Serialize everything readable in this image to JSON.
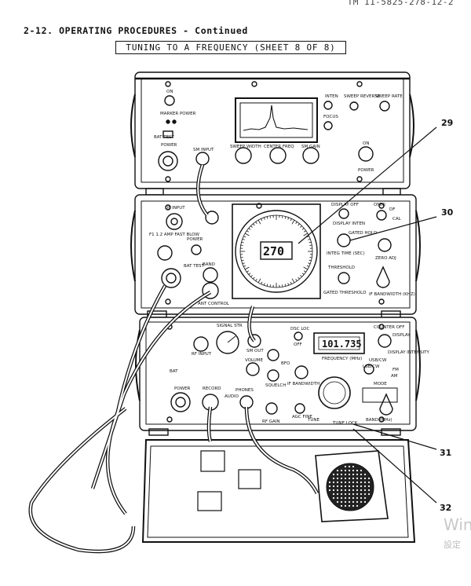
{
  "header_ref": "TM 11-5825-278-12-2",
  "section_heading": "2-12.  OPERATING PROCEDURES - Continued",
  "sheet_title": "TUNING TO A FREQUENCY (SHEET 8 OF 8)",
  "callouts": [
    "29",
    "30",
    "31",
    "32"
  ],
  "top_unit": {
    "on": "ON",
    "marker_power": "MARKER POWER",
    "bat_test": "BAT TEST",
    "power": "POWER",
    "sweep_width": "SWEEP WIDTH",
    "center_freq": "CENTER FREQ",
    "sm_gain": "SM GAIN",
    "inten": "INTEN",
    "focus": "FOCUS",
    "sweep_reverse": "SWEEP REVERSE",
    "sweep_rate": "SWEEP RATE",
    "on2": "ON",
    "power2": "POWER",
    "sm_input": "SM INPUT"
  },
  "middle_unit": {
    "df_input": "DF INPUT",
    "fuse": "F1 1.2 AMP FAST BLOW",
    "power": "POWER",
    "bat_test": "BAT TEST",
    "band": "BAND",
    "ant_control": "ANT CONTROL",
    "bearing_display": "270",
    "display_off": "DISPLAY OFF",
    "display_inten": "DISPLAY INTEN",
    "omni": "OMNI",
    "df": "DF",
    "cal": "CAL",
    "gated_hold": "GATED HOLD",
    "integ_time": "INTEG TIME (SEC)",
    "zero_adj": "ZERO ADJ",
    "threshold": "THRESHOLD",
    "gated_threshold": "GATED THRESHOLD",
    "if_bandwidth": "IF BANDWIDTH (KHZ)"
  },
  "bottom_unit": {
    "rf_input": "RF INPUT",
    "signal_str": "SIGNAL STR",
    "sm_out": "SM OUT",
    "dsc_loc": "DSC LOC",
    "off": "OFF",
    "frequency_display": "101.735",
    "frequency_mhz": "FREQUENCY (MHz)",
    "counter_off": "COUNTER OFF",
    "display": "DISPLAY",
    "display_intensity": "DISPLAY INTENSITY",
    "volume": "VOLUME",
    "bfo": "BFO",
    "squelch": "SQUELCH",
    "if_bandwidth": "IF BANDWIDTH",
    "power": "POWER",
    "record": "RECORD",
    "audio": "AUDIO",
    "phones": "PHONES",
    "rf_gain": "RF GAIN",
    "agc_fine": "AGC FINE",
    "tune": "TUNE",
    "tune_lock": "TUNE LOCK",
    "mode": "MODE",
    "band_mhz": "BAND (MHz)",
    "usb_cw": "USB/CW",
    "lsb_cw": "LSB/CW",
    "fm": "FM",
    "am": "AM",
    "bat": "BAT"
  },
  "watermark": "Win",
  "watermark_sub": "設定"
}
